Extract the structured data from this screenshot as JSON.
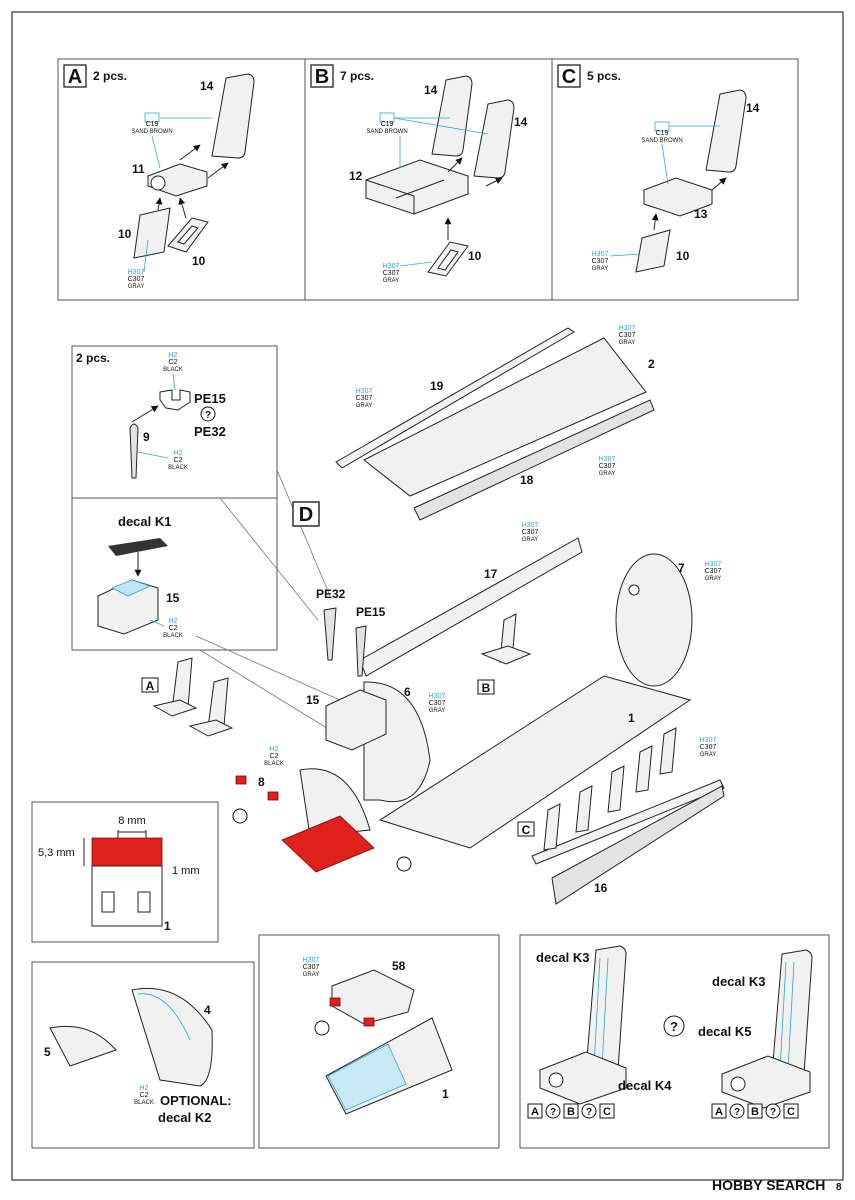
{
  "panels": {
    "A": {
      "letter": "A",
      "qty": "2 pcs.",
      "parts": [
        "14",
        "11",
        "10",
        "10"
      ],
      "color": {
        "code": "C19",
        "name": "SAND BROWN"
      },
      "color2": {
        "h": "H307",
        "c": "C307",
        "name": "GRAY"
      }
    },
    "B": {
      "letter": "B",
      "qty": "7 pcs.",
      "parts": [
        "14",
        "14",
        "12",
        "10"
      ],
      "color": {
        "code": "C19",
        "name": "SAND BROWN"
      },
      "color2": {
        "h": "H307",
        "c": "C307",
        "name": "GRAY"
      }
    },
    "C": {
      "letter": "C",
      "qty": "5 pcs.",
      "parts": [
        "14",
        "13",
        "10"
      ],
      "color": {
        "code": "C19",
        "name": "SAND BROWN"
      },
      "color2": {
        "h": "H307",
        "c": "C307",
        "name": "GRAY"
      }
    }
  },
  "detail_pe": {
    "qty": "2 pcs.",
    "part": "9",
    "pe1": "PE15",
    "pe2": "PE32",
    "or_symbol": "?",
    "black": {
      "h": "H2",
      "c": "C2",
      "name": "BLACK"
    }
  },
  "detail_decal": {
    "decal": "decal K1",
    "part": "15",
    "black": {
      "h": "H2",
      "c": "C2",
      "name": "BLACK"
    }
  },
  "main": {
    "step": "D",
    "labels": {
      "p2": "2",
      "p19": "19",
      "p18": "18",
      "p17": "17",
      "p7": "7",
      "p1": "1",
      "p6": "6",
      "p15": "15",
      "p8": "8",
      "p16": "16",
      "pe32": "PE32",
      "pe15": "PE15",
      "refA": "A",
      "refB": "B",
      "refC": "C"
    },
    "gray": {
      "h": "H307",
      "c": "C307",
      "name": "GRAY"
    },
    "black": {
      "h": "H2",
      "c": "C2",
      "name": "BLACK"
    }
  },
  "detail_dim": {
    "width": "8 mm",
    "height": "5,3 mm",
    "gap": "1 mm",
    "part": "1"
  },
  "detail_opt": {
    "p4": "4",
    "p5": "5",
    "note1": "OPTIONAL:",
    "note2": "decal K2",
    "black": {
      "h": "H2",
      "c": "C2",
      "name": "BLACK"
    }
  },
  "detail_58": {
    "p58": "58",
    "p1": "1",
    "gray": {
      "h": "H307",
      "c": "C307",
      "name": "GRAY"
    }
  },
  "detail_decals": {
    "k3": "decal K3",
    "k4": "decal K4",
    "k5": "decal K5",
    "or_symbol": "?",
    "refs": [
      "A",
      "?",
      "B",
      "?",
      "C"
    ]
  },
  "watermark": {
    "text": "HOBBY SEARCH",
    "page": "8"
  }
}
